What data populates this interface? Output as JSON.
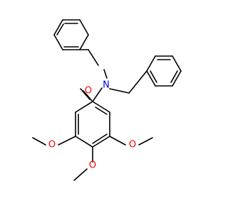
{
  "molecule": {
    "atom_labels": {
      "carbonyl_oxygen": "O",
      "amide_nitrogen": "N",
      "methoxy_oxygen_left": "O",
      "methoxy_oxygen_right": "O",
      "methoxy_oxygen_bottom": "O"
    },
    "colors": {
      "bond": "#000000",
      "oxygen": "#ff0000",
      "nitrogen": "#0000ff",
      "background": "#ffffff"
    }
  }
}
